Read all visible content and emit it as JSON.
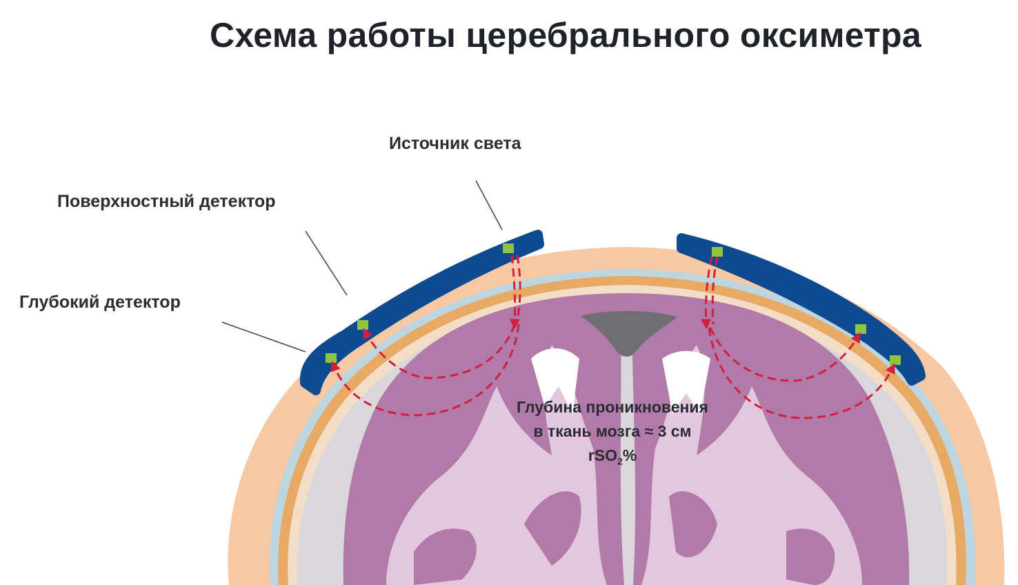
{
  "title": "Схема работы церебрального оксиметра",
  "labels": {
    "light_source": "Источник света",
    "surface_detector": "Поверхностный детектор",
    "deep_detector": "Глубокий детектор"
  },
  "depth_note": {
    "line1": "Глубина проникновения",
    "line2": "в ткань мозга ≈ 3 см",
    "metric_main": "rSO",
    "metric_sub": "2",
    "metric_suffix": "%"
  },
  "colors": {
    "scalp": "#f6c9a4",
    "bone_band": "#e8a965",
    "membrane": "#bcd5df",
    "csf_gray": "#d9d6dc",
    "brain_purple": "#b27aa8",
    "white_matter": "#e2c7de",
    "sensor_pad": "#0d4a8f",
    "optode": "#8fc43f",
    "light_path": "#d11f3f",
    "ventricle": "#6f6f72",
    "leader_line": "#3b4a5a"
  }
}
